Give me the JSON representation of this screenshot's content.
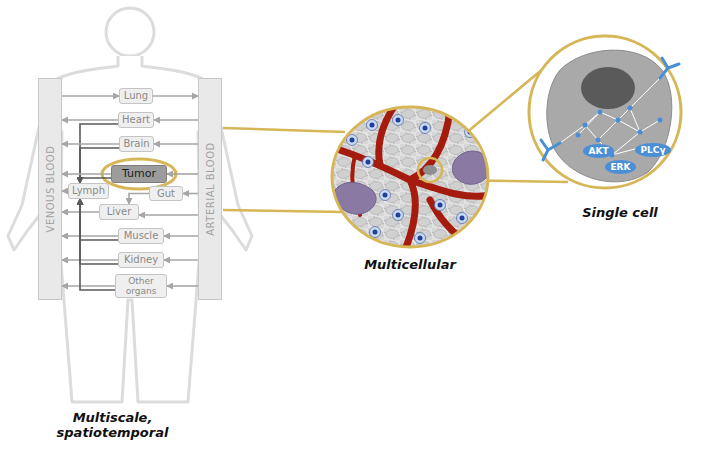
{
  "diagram": {
    "nodes": [
      {
        "text": [
          "VENOUS BLOOD"
        ]
      },
      {
        "text": [
          "Lung"
        ]
      },
      {
        "text": [
          "Heart"
        ]
      },
      {
        "text": [
          "Brain"
        ]
      },
      {
        "text": [
          "Tumor"
        ]
      },
      {
        "text": [
          "Lymph"
        ]
      },
      {
        "text": [
          "Gut"
        ]
      },
      {
        "text": [
          "Liver"
        ]
      },
      {
        "text": [
          "Muscle"
        ]
      },
      {
        "text": [
          "Kidney"
        ]
      },
      {
        "text": [
          "Other organs"
        ]
      },
      {
        "text": [
          "ARTERIAL BLOOD"
        ]
      },
      {
        "text": [
          "AKT"
        ]
      },
      {
        "text": [
          "ERK"
        ]
      },
      {
        "text": [
          "PLCγ"
        ]
      }
    ],
    "edges": [
      {
        "from": 0,
        "to": 1,
        "arrow": "to"
      },
      {
        "from": 1,
        "to": 11,
        "arrow": "to"
      },
      {
        "from": 11,
        "to": 2,
        "arrow": "to"
      },
      {
        "from": 2,
        "to": 0,
        "arrow": "to"
      },
      {
        "from": 2,
        "to": 5,
        "arrow": "to"
      },
      {
        "from": 11,
        "to": 3,
        "arrow": "to"
      },
      {
        "from": 3,
        "to": 0,
        "arrow": "to"
      },
      {
        "from": 3,
        "to": 5,
        "arrow": "to"
      },
      {
        "from": 11,
        "to": 4,
        "arrow": "to"
      },
      {
        "from": 4,
        "to": 0,
        "arrow": "to"
      },
      {
        "from": 4,
        "to": 5,
        "arrow": "to"
      },
      {
        "from": 11,
        "to": 6,
        "arrow": "to"
      },
      {
        "from": 6,
        "to": 7,
        "arrow": "to"
      },
      {
        "from": 11,
        "to": 7,
        "arrow": "to"
      },
      {
        "from": 7,
        "to": 0,
        "arrow": "to"
      },
      {
        "from": 5,
        "to": 0,
        "arrow": "to"
      },
      {
        "from": 11,
        "to": 8,
        "arrow": "to"
      },
      {
        "from": 8,
        "to": 0,
        "arrow": "to"
      },
      {
        "from": 8,
        "to": 5,
        "arrow": "to"
      },
      {
        "from": 11,
        "to": 9,
        "arrow": "to"
      },
      {
        "from": 9,
        "to": 0,
        "arrow": "to"
      },
      {
        "from": 9,
        "to": 5,
        "arrow": "to"
      },
      {
        "from": 11,
        "to": 10,
        "arrow": "to"
      },
      {
        "from": 10,
        "to": 0,
        "arrow": "to"
      },
      {
        "from": 10,
        "to": 5,
        "arrow": "to"
      }
    ],
    "labels": [
      "Multicellular",
      "Single cell",
      "Multiscale, spatiotemporal"
    ]
  }
}
